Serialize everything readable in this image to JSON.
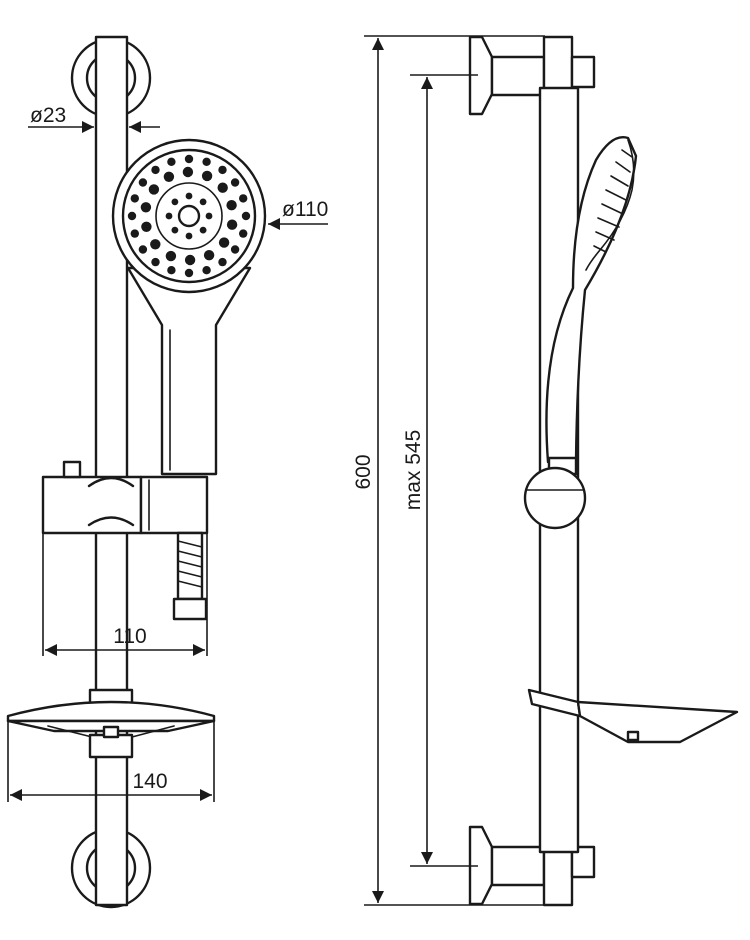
{
  "dimensions": {
    "bar_diameter": "ø23",
    "head_diameter": "ø110",
    "holder_width": "110",
    "dish_width": "140",
    "overall_height": "600",
    "slide_range": "max 545"
  },
  "colors": {
    "ink": "#1a1a1a",
    "paper": "#ffffff"
  }
}
